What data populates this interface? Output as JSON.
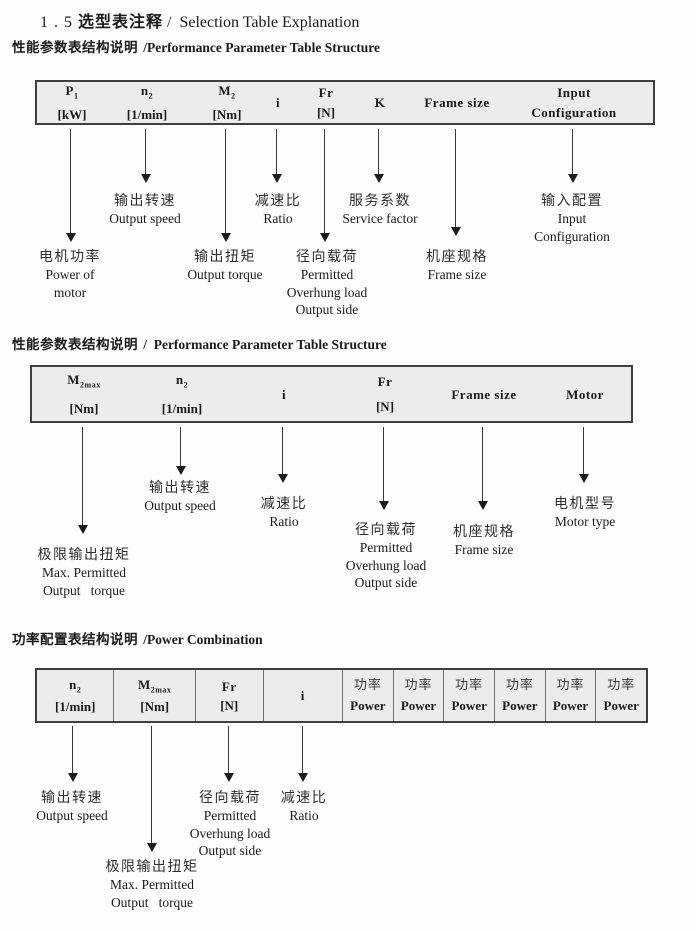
{
  "title": {
    "num": "1 . 5 ",
    "zh": "选型表注释",
    "rest": " /  Selection Table Explanation"
  },
  "s1": {
    "heading": {
      "zh": "性能参数表结构说明 ",
      "en": "/Performance Parameter Table Structure"
    },
    "cols": {
      "p1": {
        "base": "P",
        "sub": "1",
        "unit": "[kW]"
      },
      "n2": {
        "base": "n",
        "sub": "2",
        "unit": "[1/min]"
      },
      "m2": {
        "base": "M",
        "sub": "2",
        "unit": "[Nm]"
      },
      "i": {
        "base": "i"
      },
      "fr": {
        "base": "Fr",
        "unit": "[N]"
      },
      "k": {
        "base": "K"
      },
      "frame": {
        "base": "Frame size"
      },
      "input": {
        "l1": "Input",
        "l2": "Configuration"
      }
    },
    "labels": {
      "n2": [
        "输出转速",
        "Output speed"
      ],
      "i": [
        "减速比",
        "Ratio"
      ],
      "k": [
        "服务系数",
        "Service factor"
      ],
      "input": [
        "输入配置",
        "Input",
        "Configuration"
      ],
      "p1": [
        "电机功率",
        "Power of",
        "motor"
      ],
      "m2": [
        "输出扭矩",
        "Output torque"
      ],
      "fr": [
        "径向载荷",
        "Permitted",
        "Overhung load",
        "Output side"
      ],
      "frame": [
        "机座规格",
        "Frame size"
      ]
    }
  },
  "s2": {
    "heading": {
      "zh": "性能参数表结构说明 ",
      "en": "/  Performance Parameter Table Structure"
    },
    "cols": {
      "m2max": {
        "base": "M",
        "sub": "2max",
        "unit": "[Nm]"
      },
      "n2": {
        "base": "n",
        "sub": "2",
        "unit": "[1/min]"
      },
      "i": {
        "base": "i"
      },
      "fr": {
        "base": "Fr",
        "unit": "[N]"
      },
      "frame": {
        "base": "Frame size"
      },
      "motor": {
        "base": "Motor"
      }
    },
    "labels": {
      "m2max": [
        "极限输出扭矩",
        "Max. Permitted",
        "Output   torque"
      ],
      "n2": [
        "输出转速",
        "Output speed"
      ],
      "i": [
        "减速比",
        "Ratio"
      ],
      "fr": [
        "径向载荷",
        "Permitted",
        "Overhung load",
        "Output side"
      ],
      "frame": [
        "机座规格",
        "Frame size"
      ],
      "motor": [
        "电机型号",
        "Motor type"
      ]
    }
  },
  "s3": {
    "heading": {
      "zh": "功率配置表结构说明 ",
      "en": "/Power Combination"
    },
    "cols": {
      "n2": {
        "base": "n",
        "sub": "2",
        "unit": "[1/min]"
      },
      "m2max": {
        "base": "M",
        "sub": "2max",
        "unit": "[Nm]"
      },
      "fr": {
        "base": "Fr",
        "unit": "[N]"
      },
      "i": {
        "base": "i"
      },
      "power": {
        "zh": "功率",
        "en": "Power"
      }
    },
    "labels": {
      "n2": [
        "输出转速",
        "Output speed"
      ],
      "m2max": [
        "极限输出扭矩",
        "Max. Permitted",
        "Output   torque"
      ],
      "fr": [
        "径向载荷",
        "Permitted",
        "Overhung load",
        "Output side"
      ],
      "i": [
        "减速比",
        "Ratio"
      ]
    }
  },
  "colors": {
    "table_bg": "#ececec",
    "table_border": "#3f3f3f",
    "arrow": "#2a2a2a",
    "text": "#1b1b1b"
  }
}
